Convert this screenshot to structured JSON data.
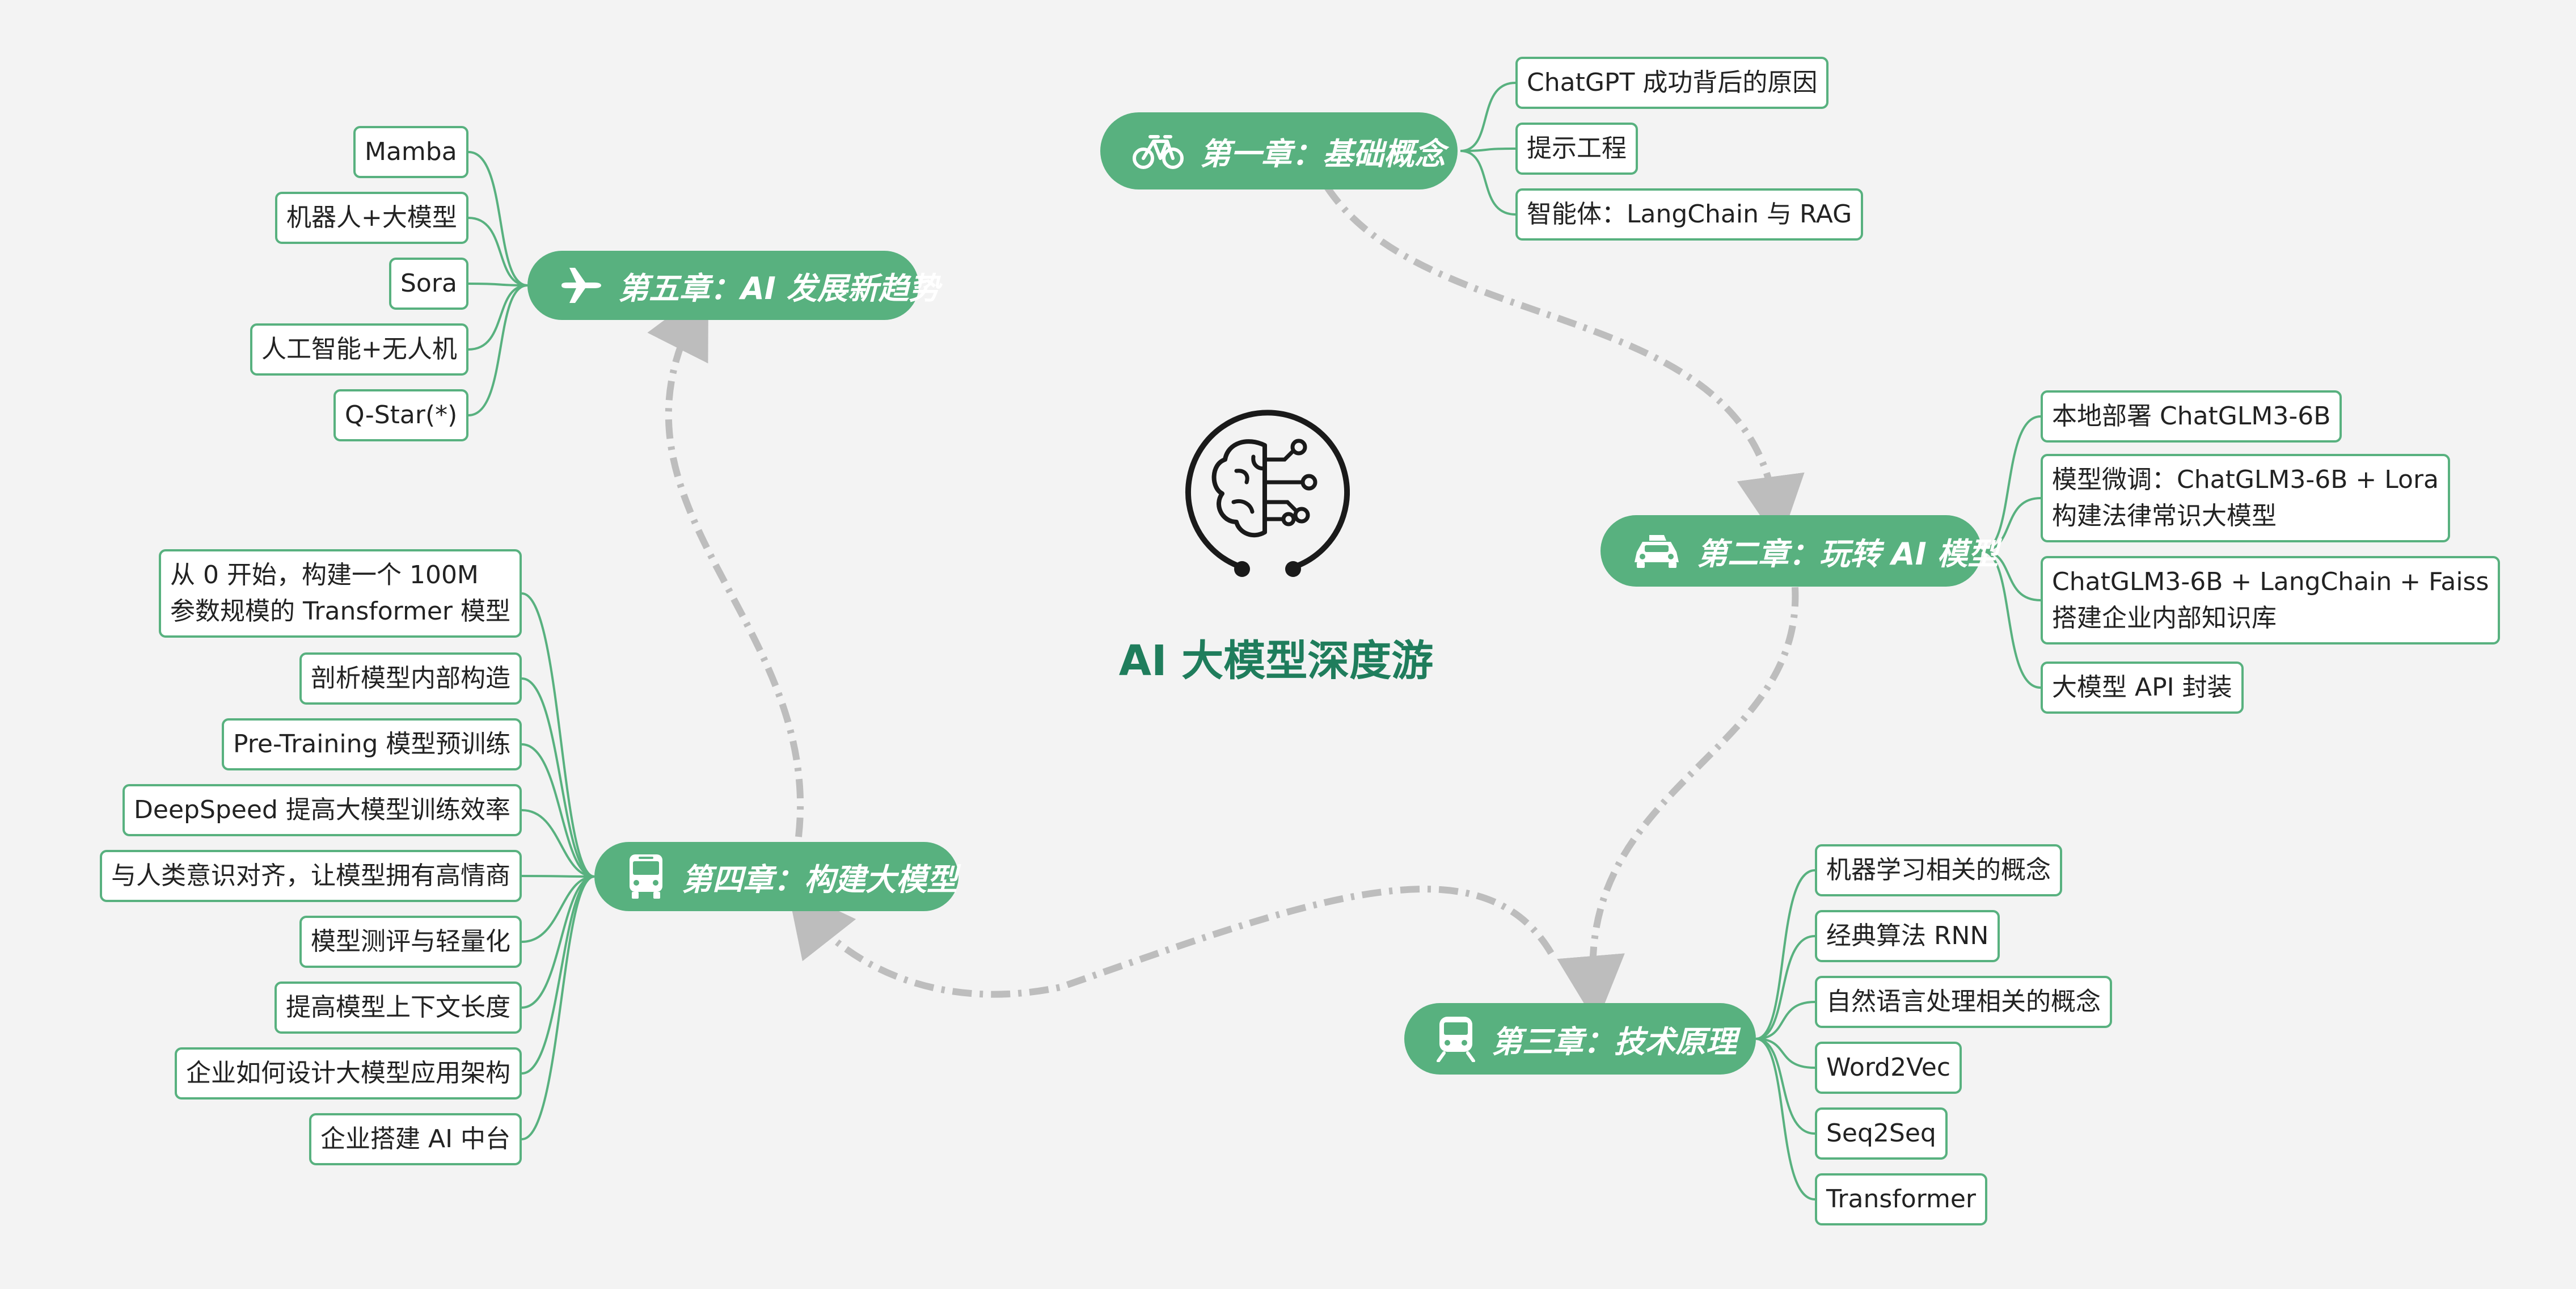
{
  "center": {
    "title": "AI 大模型深度游",
    "icon": "brain-circuit-icon",
    "color": "#1f7d5c"
  },
  "colors": {
    "branch": "#58b17f",
    "leaf_border": "#58b17f",
    "connector": "#bdbdbd",
    "background": "#f3f3f3"
  },
  "chapters": [
    {
      "id": "ch1",
      "title": "第一章：基础概念",
      "icon": "bicycle-icon",
      "topics": [
        "ChatGPT 成功背后的原因",
        "提示工程",
        "智能体：LangChain 与 RAG"
      ]
    },
    {
      "id": "ch2",
      "title": "第二章：玩转 AI 模型",
      "icon": "car-icon",
      "topics": [
        "本地部署 ChatGLM3-6B",
        "模型微调：ChatGLM3-6B + Lora\n构建法律常识大模型",
        "ChatGLM3-6B + LangChain + Faiss\n搭建企业内部知识库",
        "大模型 API 封装"
      ]
    },
    {
      "id": "ch3",
      "title": "第三章：技术原理",
      "icon": "train-icon",
      "topics": [
        "机器学习相关的概念",
        "经典算法 RNN",
        "自然语言处理相关的概念",
        "Word2Vec",
        "Seq2Seq",
        "Transformer"
      ]
    },
    {
      "id": "ch4",
      "title": "第四章：构建大模型",
      "icon": "bus-icon",
      "topics": [
        "从 0 开始，构建一个 100M\n参数规模的 Transformer 模型",
        "剖析模型内部构造",
        "Pre-Training 模型预训练",
        "DeepSpeed 提高大模型训练效率",
        "与人类意识对齐，让模型拥有高情商",
        "模型测评与轻量化",
        "提高模型上下文长度",
        "企业如何设计大模型应用架构",
        "企业搭建 AI 中台"
      ]
    },
    {
      "id": "ch5",
      "title": "第五章：AI 发展新趋势",
      "icon": "airplane-icon",
      "topics": [
        "Mamba",
        "机器人+大模型",
        "Sora",
        "人工智能+无人机",
        "Q-Star(*)"
      ]
    }
  ]
}
